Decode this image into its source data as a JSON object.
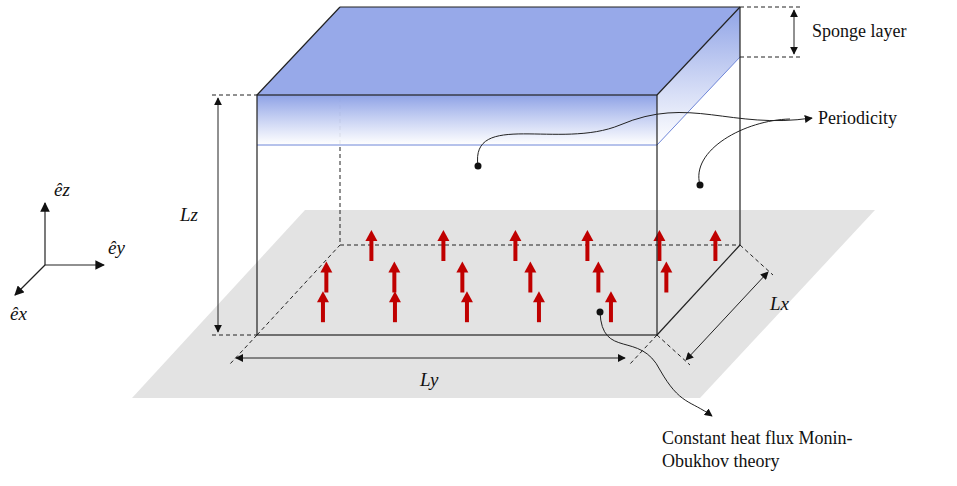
{
  "diagram": {
    "labels": [
      "Sponge layer",
      "Periodicity",
      "Lz",
      "êz",
      "êy",
      "êx",
      "Ly",
      "Lx",
      "Constant heat flux Monin-Obukhov theory"
    ]
  }
}
